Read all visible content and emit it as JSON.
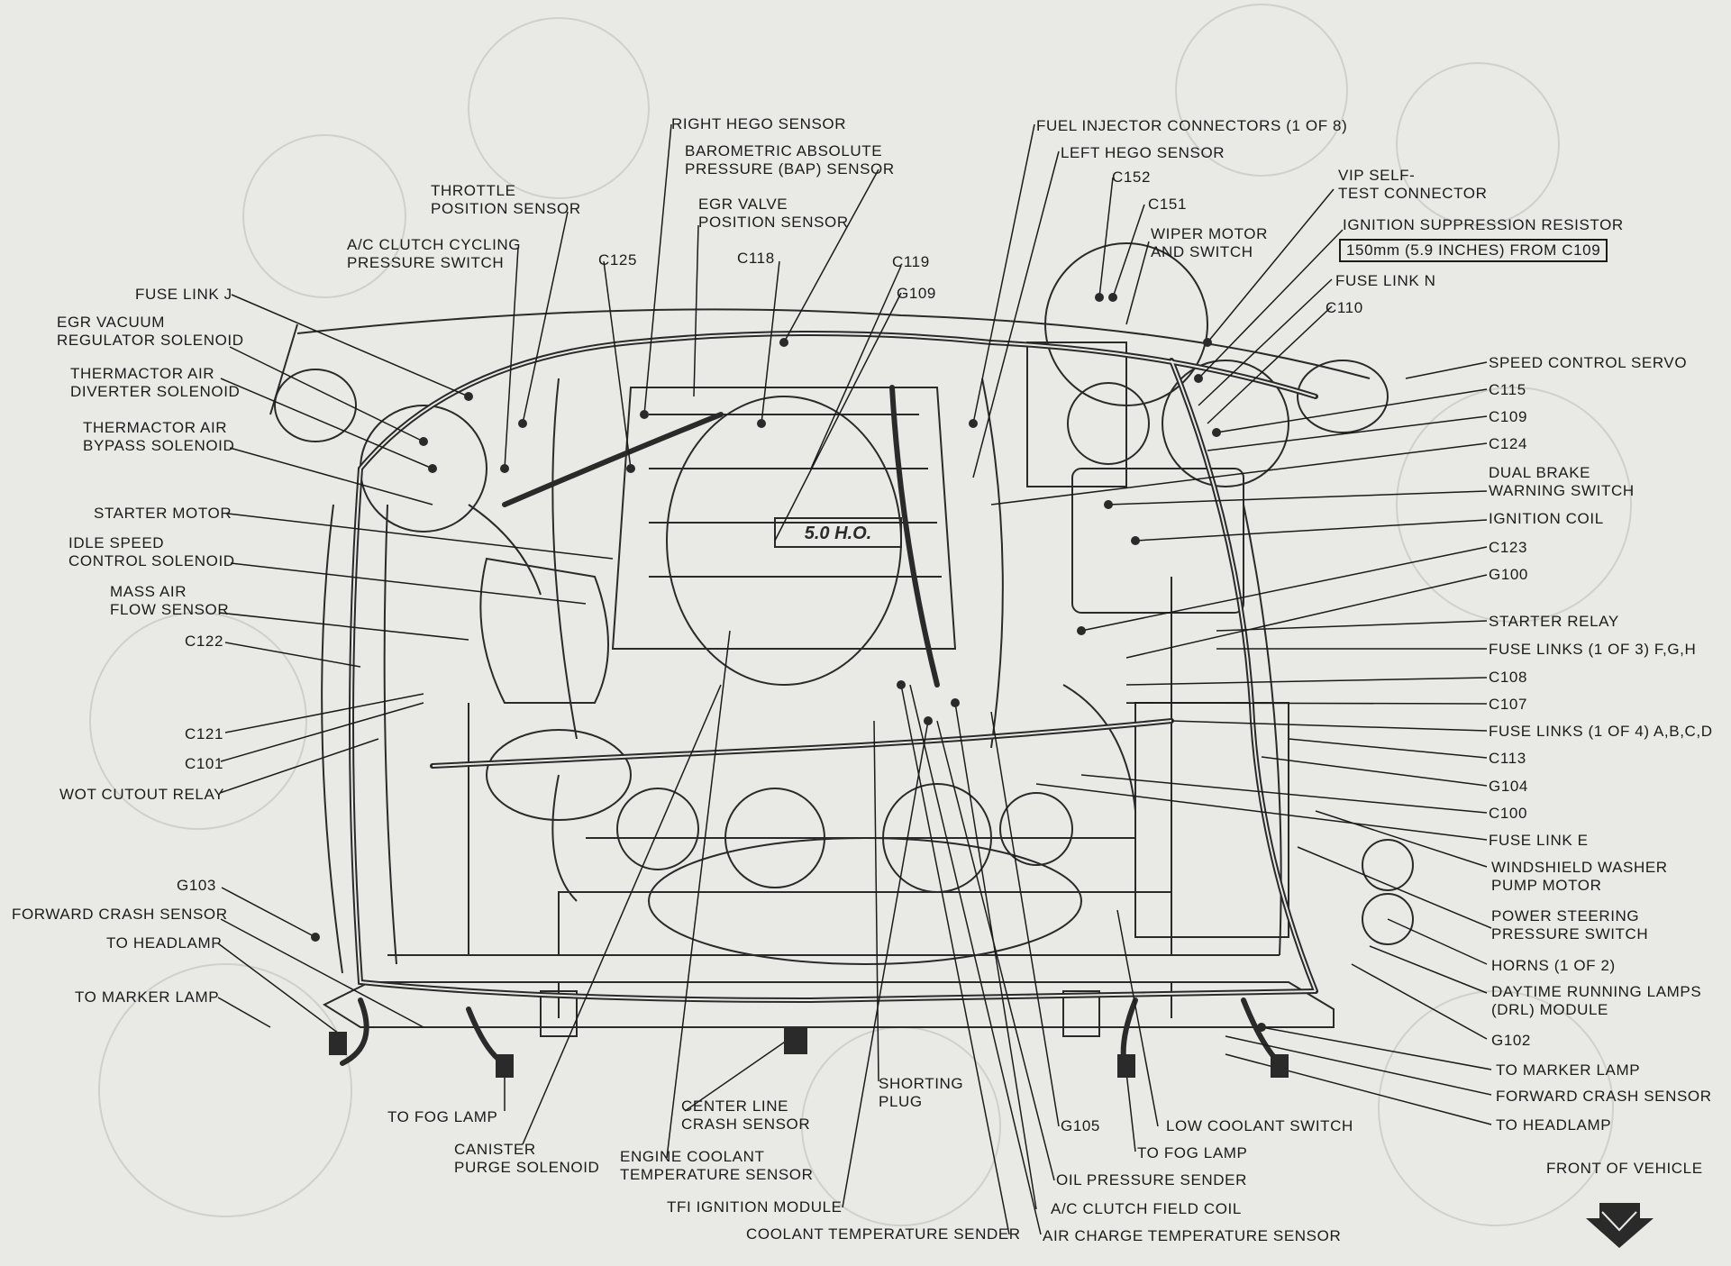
{
  "labels": {
    "right_hego_sensor": "RIGHT HEGO SENSOR",
    "barometric_absolute_pressure_sensor": "BAROMETRIC ABSOLUTE\nPRESSURE (BAP) SENSOR",
    "egr_valve_position_sensor": "EGR VALVE\nPOSITION SENSOR",
    "throttle_position_sensor": "THROTTLE\nPOSITION SENSOR",
    "ac_clutch_cycling_pressure_switch": "A/C CLUTCH CYCLING\nPRESSURE SWITCH",
    "c125": "C125",
    "c118": "C118",
    "c119": "C119",
    "g109": "G109",
    "fuse_link_j": "FUSE LINK J",
    "egr_vacuum_regulator_solenoid": "EGR VACUUM\nREGULATOR SOLENOID",
    "thermactor_air_diverter_solenoid": "THERMACTOR AIR\nDIVERTER SOLENOID",
    "thermactor_air_bypass_solenoid": "THERMACTOR AIR\nBYPASS SOLENOID",
    "starter_motor": "STARTER MOTOR",
    "idle_speed_control_solenoid": "IDLE SPEED\nCONTROL SOLENOID",
    "mass_air_flow_sensor": "MASS AIR\nFLOW SENSOR",
    "c122": "C122",
    "c121": "C121",
    "c101": "C101",
    "wot_cutout_relay": "WOT CUTOUT RELAY",
    "g103": "G103",
    "forward_crash_sensor_left": "FORWARD CRASH SENSOR",
    "to_headlamp_left": "TO HEADLAMP",
    "to_marker_lamp_left": "TO MARKER LAMP",
    "to_fog_lamp_left": "TO FOG LAMP",
    "canister_purge_solenoid": "CANISTER\nPURGE SOLENOID",
    "center_line_crash_sensor": "CENTER LINE\nCRASH SENSOR",
    "engine_coolant_temperature_sensor": "ENGINE COOLANT\nTEMPERATURE SENSOR",
    "tfi_ignition_module": "TFI IGNITION MODULE",
    "coolant_temperature_sender": "COOLANT TEMPERATURE SENDER",
    "shorting_plug": "SHORTING\nPLUG",
    "g105": "G105",
    "to_fog_lamp_right": "TO FOG LAMP",
    "low_coolant_switch": "LOW COOLANT SWITCH",
    "oil_pressure_sender": "OIL PRESSURE SENDER",
    "ac_clutch_field_coil": "A/C CLUTCH FIELD COIL",
    "air_charge_temperature_sensor": "AIR CHARGE TEMPERATURE SENSOR",
    "fuel_injector_connectors": "FUEL INJECTOR CONNECTORS (1 OF 8)",
    "left_hego_sensor": "LEFT HEGO SENSOR",
    "c152": "C152",
    "c151": "C151",
    "wiper_motor_and_switch": "WIPER MOTOR\nAND SWITCH",
    "vip_self_test_connector": "VIP SELF-\nTEST CONNECTOR",
    "ignition_suppression_resistor": "IGNITION SUPPRESSION RESISTOR",
    "ignition_suppression_resistor_note": "150mm (5.9 INCHES) FROM C109",
    "fuse_link_n": "FUSE LINK N",
    "c110": "C110",
    "speed_control_servo": "SPEED CONTROL SERVO",
    "c115": "C115",
    "c109": "C109",
    "c124": "C124",
    "dual_brake_warning_switch": "DUAL BRAKE\nWARNING SWITCH",
    "ignition_coil": "IGNITION COIL",
    "c123": "C123",
    "g100": "G100",
    "starter_relay": "STARTER RELAY",
    "fuse_links_fgh": "FUSE LINKS (1 OF 3) F,G,H",
    "c108": "C108",
    "c107": "C107",
    "fuse_links_abcd": "FUSE LINKS (1 OF 4) A,B,C,D",
    "c113": "C113",
    "g104": "G104",
    "c100": "C100",
    "fuse_link_e": "FUSE LINK E",
    "windshield_washer_pump_motor": "WINDSHIELD WASHER\nPUMP MOTOR",
    "power_steering_pressure_switch": "POWER STEERING\nPRESSURE SWITCH",
    "horns": "HORNS (1 OF 2)",
    "daytime_running_lamps_module": "DAYTIME RUNNING LAMPS\n(DRL) MODULE",
    "g102": "G102",
    "to_marker_lamp_right": "TO MARKER LAMP",
    "forward_crash_sensor_right": "FORWARD CRASH SENSOR",
    "to_headlamp_right": "TO HEADLAMP",
    "front_of_vehicle": "FRONT OF VEHICLE",
    "intake_badge": "5.0 H.O."
  },
  "colors": {
    "paper": "#e9e9e6",
    "ink": "#1b1b1b",
    "faint": "#c9c9c6",
    "harness": "#2a2a2a"
  }
}
